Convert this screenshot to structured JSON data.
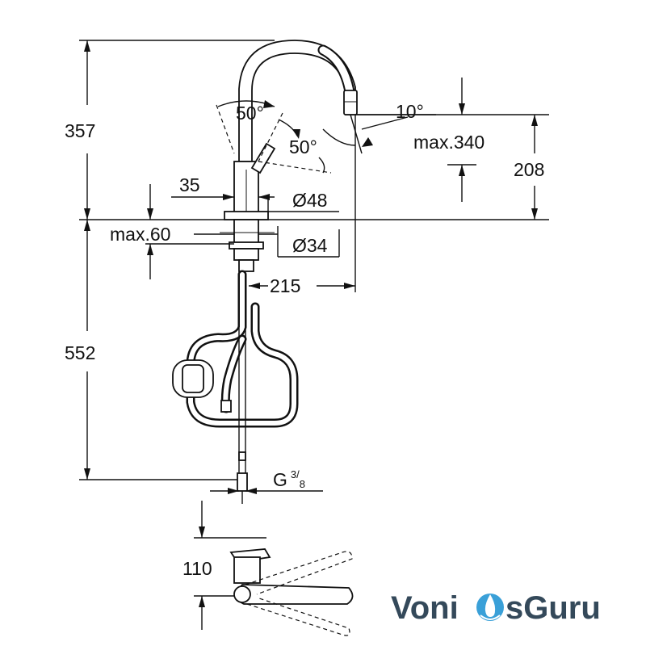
{
  "dimensions": {
    "total_height": "357",
    "spout_height": "208",
    "below_counter": "552",
    "counter_max": "max.60",
    "reach": "215",
    "base_diameter": "Ø48",
    "hole_diameter": "Ø34",
    "lever_offset": "35",
    "swivel_top": "50°",
    "swivel_side": "50°",
    "spout_angle": "10°",
    "spout_max": "max.340",
    "connection_label": "G",
    "connection_num": "3",
    "connection_den": "8",
    "plan_depth": "110"
  },
  "logo": {
    "part1": "Voni",
    "part2": "sGuru",
    "drop_color": "#3aa0d8",
    "text_color": "#34495a"
  }
}
